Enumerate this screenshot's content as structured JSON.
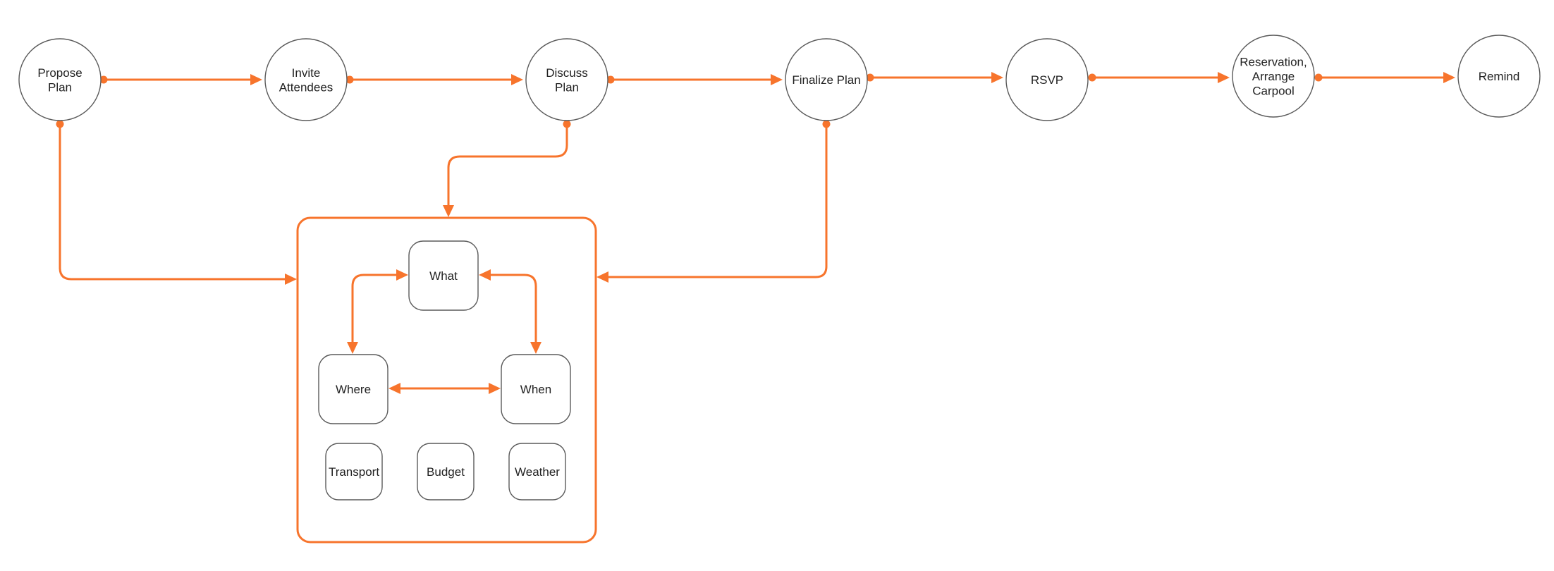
{
  "colors": {
    "accent": "#f7742c",
    "node_border": "#5a5a5a",
    "text": "#222222",
    "background": "#ffffff"
  },
  "nodes": {
    "propose": [
      "Propose",
      "Plan"
    ],
    "invite": [
      "Invite",
      "Attendees"
    ],
    "discuss": [
      "Discuss",
      "Plan"
    ],
    "finalize": [
      "Finalize Plan"
    ],
    "rsvp": [
      "RSVP"
    ],
    "reservation": [
      "Reservation,",
      "Arrange",
      "Carpool"
    ],
    "remind": [
      "Remind"
    ],
    "what": [
      "What"
    ],
    "where": [
      "Where"
    ],
    "when": [
      "When"
    ],
    "transport": [
      "Transport"
    ],
    "budget": [
      "Budget"
    ],
    "weather": [
      "Weather"
    ]
  },
  "flow_sequence": [
    "propose",
    "invite",
    "discuss",
    "finalize",
    "rsvp",
    "reservation",
    "remind"
  ],
  "group_members": [
    "what",
    "where",
    "when",
    "transport",
    "budget",
    "weather"
  ],
  "connections": [
    {
      "from": "propose",
      "to": "invite",
      "ends": "dot-arrow"
    },
    {
      "from": "invite",
      "to": "discuss",
      "ends": "dot-arrow"
    },
    {
      "from": "discuss",
      "to": "finalize",
      "ends": "dot-arrow"
    },
    {
      "from": "finalize",
      "to": "rsvp",
      "ends": "dot-arrow"
    },
    {
      "from": "rsvp",
      "to": "reservation",
      "ends": "dot-arrow"
    },
    {
      "from": "reservation",
      "to": "remind",
      "ends": "dot-arrow"
    },
    {
      "from": "propose",
      "to": "planning-group",
      "ends": "dot-arrow"
    },
    {
      "from": "discuss",
      "to": "planning-group",
      "ends": "dot-arrow"
    },
    {
      "from": "finalize",
      "to": "planning-group",
      "ends": "dot-arrow"
    },
    {
      "from": "what",
      "to": "where",
      "ends": "arrow-arrow"
    },
    {
      "from": "what",
      "to": "when",
      "ends": "arrow-arrow"
    },
    {
      "from": "where",
      "to": "when",
      "ends": "arrow-arrow"
    }
  ]
}
